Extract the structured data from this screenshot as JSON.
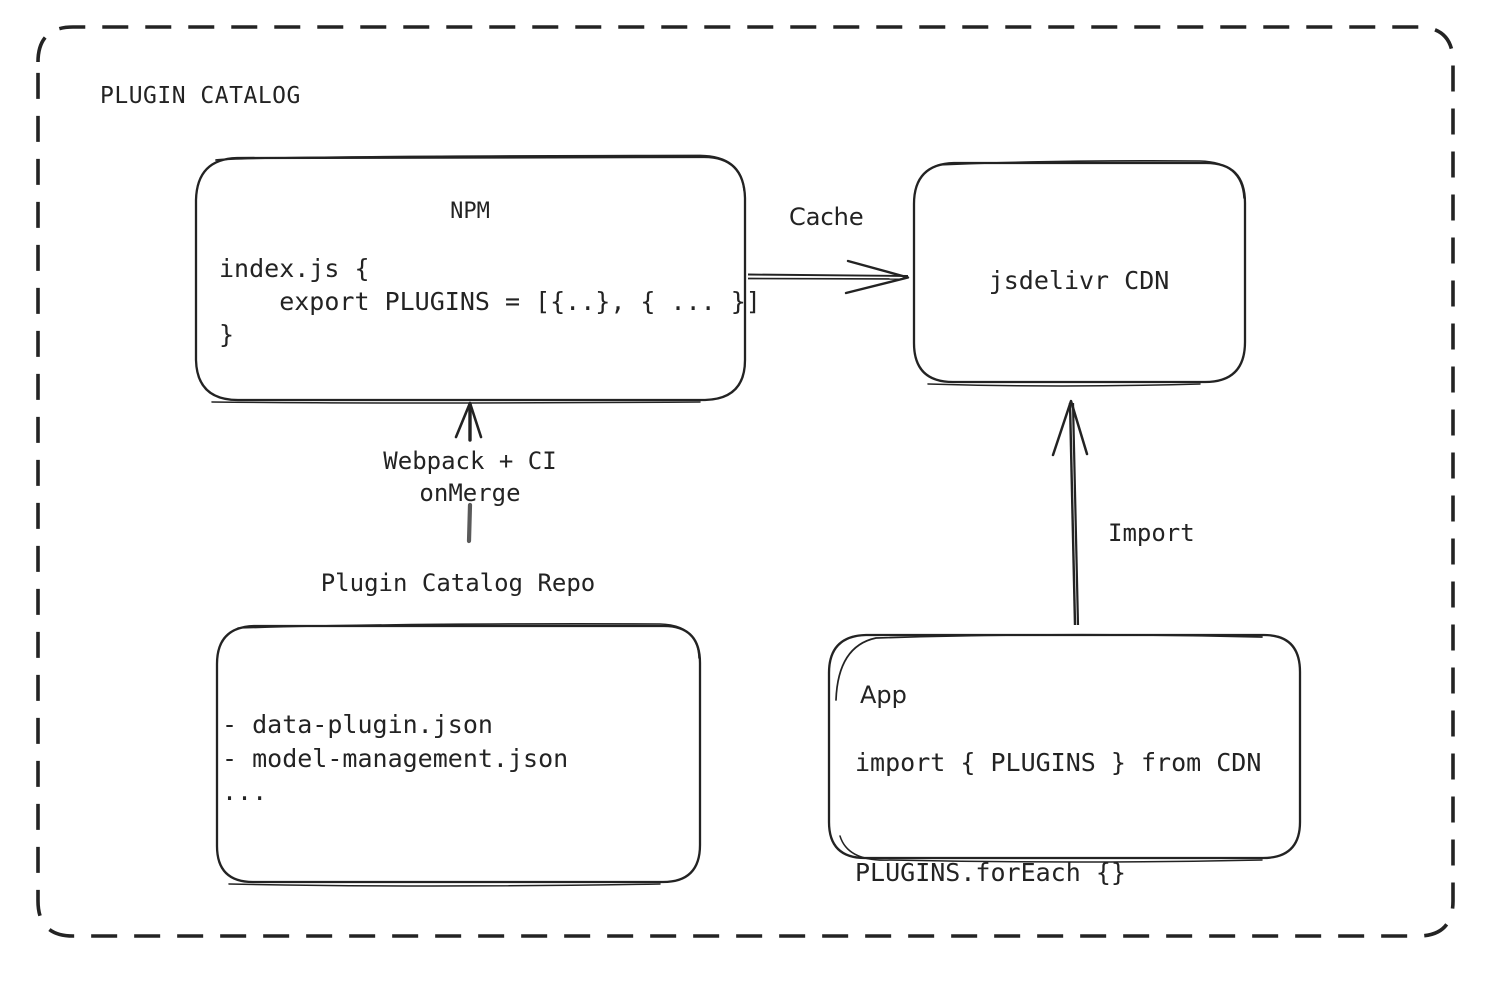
{
  "container": {
    "label": "PLUGIN CATALOG",
    "border_style": "dashed",
    "stroke": "#232323"
  },
  "nodes": [
    {
      "id": "npm",
      "title": "NPM",
      "code": "index.js {\n    export PLUGINS = [{..}, { ... }]\n}"
    },
    {
      "id": "cdn",
      "title": "jsdelivr CDN"
    },
    {
      "id": "repo",
      "caption": "Plugin Catalog Repo",
      "list": "- data-plugin.json\n- model-management.json\n..."
    },
    {
      "id": "app",
      "title": "App",
      "line1": "import { PLUGINS } from CDN",
      "line2": "PLUGINS.forEach {}"
    }
  ],
  "edges": [
    {
      "id": "npm-to-cdn",
      "label": "Cache",
      "from": "npm",
      "to": "cdn"
    },
    {
      "id": "repo-to-npm",
      "label": "Webpack + CI\nonMerge",
      "from": "repo",
      "to": "npm"
    },
    {
      "id": "app-to-cdn",
      "label": "Import",
      "from": "app",
      "to": "cdn"
    }
  ],
  "labels": {
    "container_title": "PLUGIN CATALOG",
    "npm_title": "NPM",
    "npm_code": "index.js {\n    export PLUGINS = [{..}, { ... }]\n}",
    "cdn_title": "jsdelivr CDN",
    "cache_edge": "Cache",
    "build_edge": "Webpack + CI\nonMerge",
    "repo_caption": "Plugin Catalog Repo",
    "repo_list": "- data-plugin.json\n- model-management.json\n...",
    "import_edge": "Import",
    "app_title": "App",
    "app_code": "import { PLUGINS } from CDN\n\nPLUGINS.forEach {}"
  },
  "colors": {
    "stroke": "#232323",
    "text": "#232323",
    "background": "#ffffff"
  }
}
